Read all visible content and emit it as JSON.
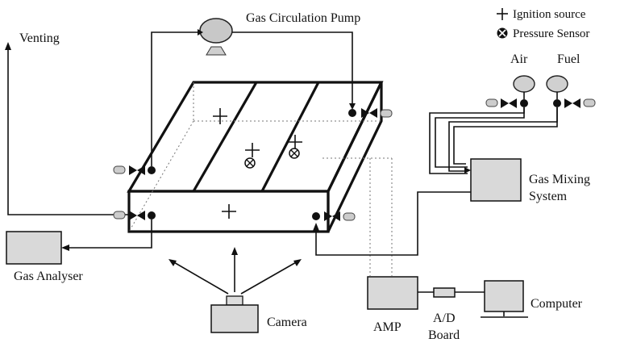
{
  "labels": {
    "venting": "Venting",
    "gas_circulation_pump": "Gas Circulation Pump",
    "gas_analyser": "Gas Analyser",
    "camera": "Camera",
    "amp": "AMP",
    "ad_board_line1": "A/D",
    "ad_board_line2": "Board",
    "computer": "Computer",
    "air": "Air",
    "fuel": "Fuel",
    "gas_mixing_line1": "Gas Mixing",
    "gas_mixing_line2": "System"
  },
  "legend": {
    "ignition_source": "Ignition source",
    "pressure_sensor": "Pressure Sensor"
  },
  "icons": {
    "ignition_source": "plus-cross",
    "pressure_sensor": "circled-x"
  }
}
